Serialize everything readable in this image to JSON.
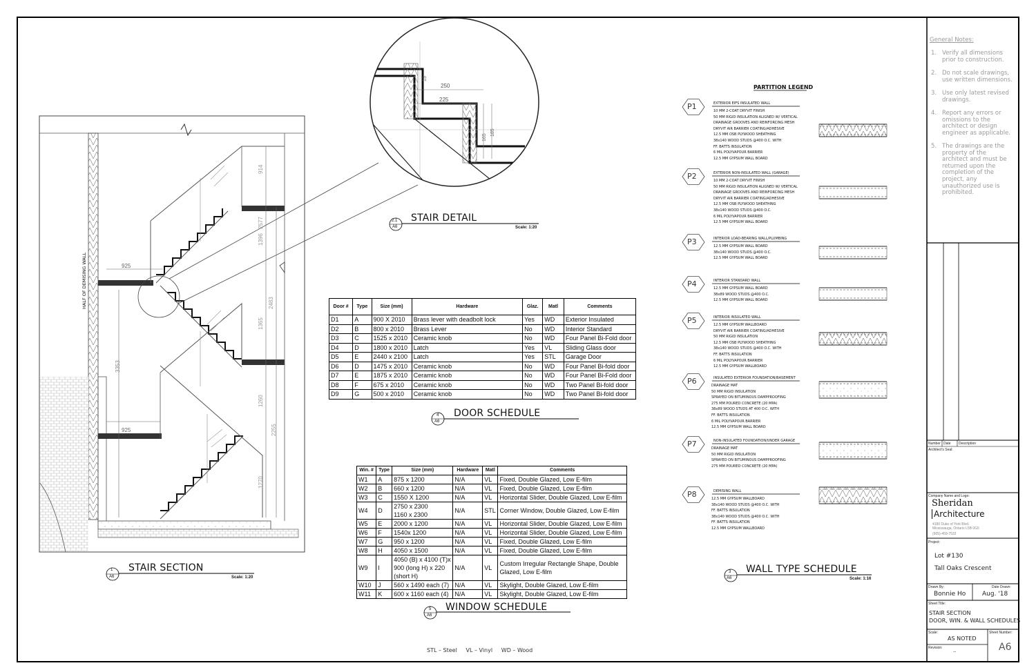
{
  "views": {
    "stair_section": {
      "title": "STAIR SECTION",
      "scale": "Scale: 1:20",
      "num": "1",
      "sheet": "A6"
    },
    "stair_detail": {
      "title": "STAIR DETAIL",
      "scale": "Scale: 1:20",
      "num": "2.1",
      "sheet": "A6"
    },
    "door_schedule": {
      "title": "DOOR SCHEDULE",
      "num": "4",
      "sheet": "A6"
    },
    "window_schedule": {
      "title": "WINDOW SCHEDULE",
      "num": "5",
      "sheet": "A6"
    },
    "wall_type_schedule": {
      "title": "WALL TYPE SCHEDULE",
      "scale": "Scale: 1:16",
      "num": "3",
      "sheet": "A6"
    }
  },
  "section_dims": {
    "wall_label": "HALF OF DEMISING WALL",
    "d925a": "925",
    "d925b": "925",
    "d3353": "3353",
    "d914": "914",
    "d2577": "2577",
    "d1396": "1396",
    "d2483": "2483",
    "d1365": "1365",
    "d1260": "1260",
    "d2255": "2255",
    "d1270": "1270"
  },
  "detail_dims": {
    "d250": "250",
    "d225": "225",
    "d15": "15",
    "d165": "165",
    "d185": "185"
  },
  "door_schedule": {
    "headers": [
      "Door #",
      "Type",
      "Size (mm)",
      "Hardware",
      "Glaz.",
      "Matl",
      "Comments"
    ],
    "rows": [
      [
        "D1",
        "A",
        "900 X 2010",
        "Brass lever with deadbolt lock",
        "Yes",
        "WD",
        "Exterior Insulated"
      ],
      [
        "D2",
        "B",
        "800 x 2010",
        "Brass Lever",
        "No",
        "WD",
        "Interior Standard"
      ],
      [
        "D3",
        "C",
        "1525 x 2010",
        "Ceramic knob",
        "No",
        "WD",
        "Four Panel Bi-Fold door"
      ],
      [
        "D4",
        "D",
        "1800 x 2010",
        "Latch",
        "Yes",
        "VL",
        "Sliding Glass door"
      ],
      [
        "D5",
        "E",
        "2440 x 2100",
        "Latch",
        "Yes",
        "STL",
        "Garage Door"
      ],
      [
        "D6",
        "D",
        "1475 x 2010",
        "Ceramic knob",
        "No",
        "WD",
        "Four Panel Bi-fold door"
      ],
      [
        "D7",
        "E",
        "1875 x 2010",
        "Ceramic knob",
        "No",
        "WD",
        "Four Panel Bi-Fold door"
      ],
      [
        "D8",
        "F",
        "675 x 2010",
        "Ceramic knob",
        "No",
        "WD",
        "Two Panel Bi-fold door"
      ],
      [
        "D9",
        "G",
        "500 x 2010",
        "Ceramic knob",
        "No",
        "WD",
        "Two Panel Bi-fold door"
      ]
    ]
  },
  "window_schedule": {
    "headers": [
      "Win. #",
      "Type",
      "Size (mm)",
      "Hardware",
      "Matl",
      "Comments"
    ],
    "rows": [
      [
        "W1",
        "A",
        "875 x 1200",
        "N/A",
        "VL",
        "Fixed, Double Glazed, Low E-film"
      ],
      [
        "W2",
        "B",
        "660 x 1200",
        "N/A",
        "VL",
        "Fixed, Double Glazed, Low E-film"
      ],
      [
        "W3",
        "C",
        "1550 X 1200",
        "N/A",
        "VL",
        "Horizontal Slider, Double Glazed, Low E-film"
      ],
      [
        "W4",
        "D",
        "2750 x 2300\n1160 x 2300",
        "N/A",
        "STL",
        "Corner Window, Double Glazed, Low E-film"
      ],
      [
        "W5",
        "E",
        "2000 x 1200",
        "N/A",
        "VL",
        "Horizontal Slider, Double Glazed, Low E-film"
      ],
      [
        "W6",
        "F",
        "1540x 1200",
        "N/A",
        "VL",
        "Horizontal Slider, Double Glazed, Low E-film"
      ],
      [
        "W7",
        "G",
        "950 x 1200",
        "N/A",
        "VL",
        "Fixed, Double Glazed, Low E-film"
      ],
      [
        "W8",
        "H",
        "4050 x 1500",
        "N/A",
        "VL",
        "Fixed, Double Glazed, Low E-film"
      ],
      [
        "W9",
        "I",
        "4050 (B) x 4100 (T)x\n900 (long H) x 220\n(short H)",
        "N/A",
        "VL",
        "Custom Irregular Rectangle Shape, Double\nGlazed, Low E-film"
      ],
      [
        "W10",
        "J",
        "560 x 1490 each (7)",
        "N/A",
        "VL",
        "Skylight, Double Glazed, Low E-film"
      ],
      [
        "W11",
        "K",
        "600 x 1160 each (4)",
        "N/A",
        "VL",
        "Skylight, Double Glazed, Low E-film"
      ]
    ]
  },
  "material_legend": "STL – Steel     VL – Vinyl     WD – Wood",
  "partition_legend": {
    "title": "PARTITION LEGEND",
    "items": [
      {
        "id": "P1",
        "title": "EXTERIOR EIFS INSULATED WALL",
        "lines": [
          "10 MM 2-COAT DRYVIT FINISH",
          "50 MM RIGID INSULATION ALIGNED W/ VERTICAL",
          "DRAINAGE GROOVES AND REINFORCING MESH",
          "DRYVIT AIR BARRIER COATING/ADHESIVE",
          "12.5 MM OSB PLYWOOD SHEATHING",
          "38x140 WOOD STUDS @400 O.C. WITH",
          "FF. BATTS INSULATION",
          "6 MIL POLYVAPOUR BARRIER",
          "12.5 MM GYPSUM WALL BOARD"
        ]
      },
      {
        "id": "P2",
        "title": "EXTERIOR NON-INSULATED WALL (GARAGE)",
        "lines": [
          "10 MM 2-COAT DRYVIT FINISH",
          "50 MM RIGID INSULATION ALIGNED W/ VERTICAL",
          "DRAINAGE GROOVES AND REINFORCING MESH",
          "DRYVIT AIR BARRIER COATING/ADHESIVE",
          "12.5 MM OSB PLYWOOD SHEATHING",
          "38x140 WOOD STUDS @400 O.C.",
          "6 MIL POLYVAPOUR BARRIER",
          "12.5 MM GYPSUM WALL BOARD"
        ]
      },
      {
        "id": "P3",
        "title": "INTERIOR LOAD-BEARING WALL/PLUMBING",
        "lines": [
          "12.5 MM GYPSUM WALL BOARD",
          "38x140 WOOD STUDS @400 O.C.",
          "12.5 MM GYPSUM WALL BOARD"
        ]
      },
      {
        "id": "P4",
        "title": "INTERIOR STANDARD WALL",
        "lines": [
          "12.5 MM GYPSUM WALL BOARD",
          "38x89 WOOD STUDS @400 O.C.",
          "12.5 MM GYPSUM WALL BOARD"
        ]
      },
      {
        "id": "P5",
        "title": "INTERIOR INSULATED WALL",
        "lines": [
          "12.5 MM GYPSUM WALLBOARD",
          "DRYVIT AIR BARRIER COATING/ADHESIVE",
          "50 MM RIGID INSULATION",
          "12.5 MM OSB PLYWOOD SHEATHING",
          "38x140 WOOD STUDS @400 O.C. WITH",
          "FF. BATTS INSULATION",
          "6 MIL POLYVAPOUR BARRIER",
          "12.5 MM GYPSUM WALLBOARD"
        ]
      },
      {
        "id": "P6",
        "title": "INSULATED EXTERIOR FOUNDATION/BASEMENT",
        "lines": [
          "DRAINAGE MAT",
          "50 MM RIGID INSULATION",
          "SPRAYED ON BITUMINOUS DAMPPROOFING",
          "275 MM POURED CONCRETE (20 MPA)",
          "38x89 WOOD STUDS AT 400 O.C. WITH",
          "FF. BATTS INSULATION",
          "6 MIL POLYVAPOUR BARRIER",
          "12.5 MM GYPSUM WALL BOARD"
        ]
      },
      {
        "id": "P7",
        "title": "NON-INSULATED FOUNDATION/UNDER GARAGE",
        "lines": [
          "DRAINAGE MAT",
          "50 MM RIGID INSULATION",
          "SPRAYED ON BITUMINOUS DAMPPROOFING",
          "275 MM POURED CONCRETE (20 MPA)"
        ]
      },
      {
        "id": "P8",
        "title": "DEMISING WALL",
        "lines": [
          "12.5 MM GYPSUM WALLBOARD",
          "38x140 WOOD STUDS @400 O.C. WITH",
          "FF. BATTS INSULATION",
          "38x140 WOOD STUDS @400 O.C. WITH",
          "FF. BATTS INSULATION",
          "12.5 MM GYPSUM WALLBOARD"
        ]
      }
    ]
  },
  "general_notes": {
    "title": "General Notes:",
    "items": [
      {
        "n": "1.",
        "lines": [
          "Verify all dimensions",
          "prior to construction."
        ]
      },
      {
        "n": "2.",
        "lines": [
          "Do not scale drawings,",
          "use written dimensions."
        ]
      },
      {
        "n": "3.",
        "lines": [
          "Use only latest revised",
          "drawings."
        ]
      },
      {
        "n": "4.",
        "lines": [
          "Report any errors or",
          "omissions to the",
          "architect or design",
          "engineer as applicable."
        ]
      },
      {
        "n": "5.",
        "lines": [
          "The drawings are the",
          "property of the",
          "architect and must be",
          "returned upon the",
          "completion of the",
          "project, any",
          "unauthorized use is",
          "prohibited."
        ]
      }
    ]
  },
  "title_block": {
    "rev_headers": {
      "number": "Number",
      "date": "Date",
      "description": "Description"
    },
    "architect_seal_label": "Architect's Seal:",
    "company_label": "Company Name and Logo:",
    "company_line1": "Sheridan",
    "company_line2": "Architecture",
    "address_line1": "4180 Duke of York Blvd.",
    "address_line2": "Mississauga, Ontario    L5B 0G5",
    "phone": "(905)-459-7533",
    "project_label": "Project:",
    "project_line1": "Lot #130",
    "project_line2": "Tall Oaks Crescent",
    "drawn_by_label": "Drawn By:",
    "drawn_by": "Bonnie Ho",
    "date_drawn_label": "Date Drawn:",
    "date_drawn": "Aug. '18",
    "sheet_title_label": "Sheet Title:",
    "sheet_title_line1": "STAIR SECTION",
    "sheet_title_line2": "DOOR, WIN. & WALL SCHEDULES",
    "scale_label": "Scale:",
    "scale": "AS NOTED",
    "sheet_number_label": "Sheet Number:",
    "sheet_number": "A6",
    "revision_label": "Revision:",
    "revision": "--"
  }
}
